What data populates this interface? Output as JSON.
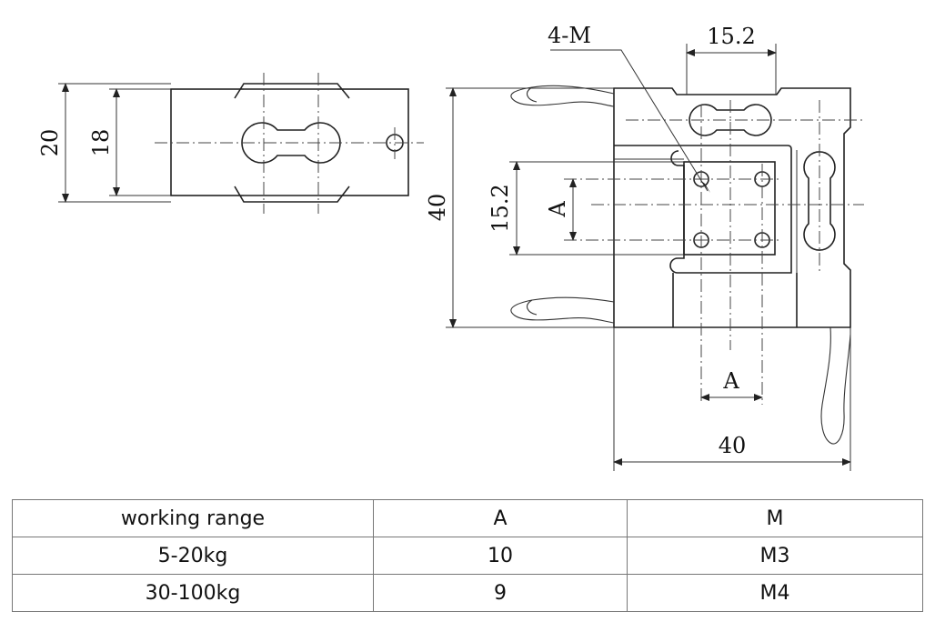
{
  "dimensions": {
    "side_height_outer": "20",
    "side_height_inner": "18",
    "thread_callout": "4-M",
    "top_hole_spacing": "15.2",
    "height": "40",
    "left_hole_spacing": "15.2",
    "a_vertical": "A",
    "a_horizontal": "A",
    "width": "40"
  },
  "table": {
    "headers": [
      "working range",
      "A",
      "M"
    ],
    "rows": [
      [
        "5-20kg",
        "10",
        "M3"
      ],
      [
        "30-100kg",
        "9",
        "M4"
      ]
    ]
  }
}
